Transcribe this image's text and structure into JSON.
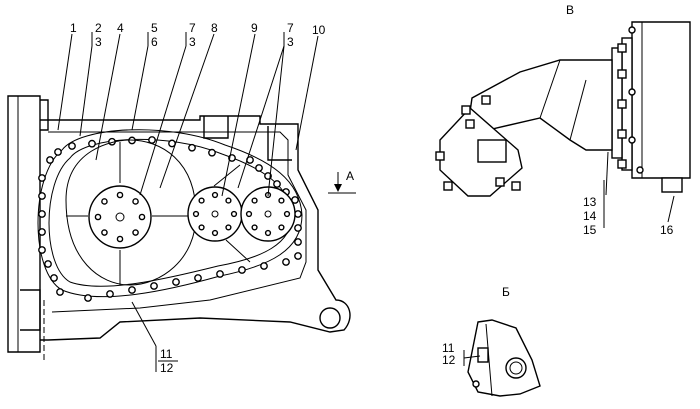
{
  "callouts_main": {
    "c1": "1",
    "c2": "2",
    "c3a": "3",
    "c4": "4",
    "c5": "5",
    "c6": "6",
    "c7a": "7",
    "c3b": "3",
    "c8": "8",
    "c9": "9",
    "c7b": "7",
    "c3c": "3",
    "c10": "10",
    "c11": "11",
    "c12": "12"
  },
  "view_a": {
    "label": "А"
  },
  "view_v": {
    "label": "В",
    "c13": "13",
    "c14": "14",
    "c15": "15",
    "c16": "16"
  },
  "view_b": {
    "label": "Б",
    "c11": "11",
    "c12": "12"
  }
}
